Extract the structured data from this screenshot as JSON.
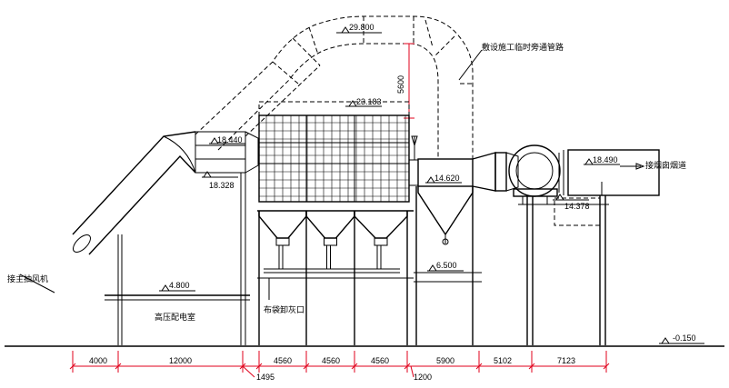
{
  "colors": {
    "line": "#000000",
    "dimension": "#e0001b",
    "background": "#ffffff"
  },
  "labels": {
    "duct_to_main_fan": "接主抽风机",
    "temporary_bypass_duct": "敷设施工临时旁通管路",
    "duct_to_chimney": "接烟囱烟道",
    "hv_electrical_room": "高压配电室",
    "ash_discharge_port": "布袋卸灰口"
  },
  "elevations": {
    "top_bypass": "29.800",
    "filter_top": "23.183",
    "inlet_duct": "18.440",
    "inlet_support": "18.328",
    "outlet_duct": "18.490",
    "fan_base": "14.378",
    "separator": "14.620",
    "platform": "6.500",
    "hv_room_roof": "4.800",
    "ground": "-0.150"
  },
  "vertical_dimension": "5600",
  "bottom_dimensions": [
    "4000",
    "12000",
    "4560",
    "4560",
    "4560",
    "5900",
    "5102",
    "7123"
  ],
  "small_dimensions": [
    "1495",
    "1200"
  ]
}
